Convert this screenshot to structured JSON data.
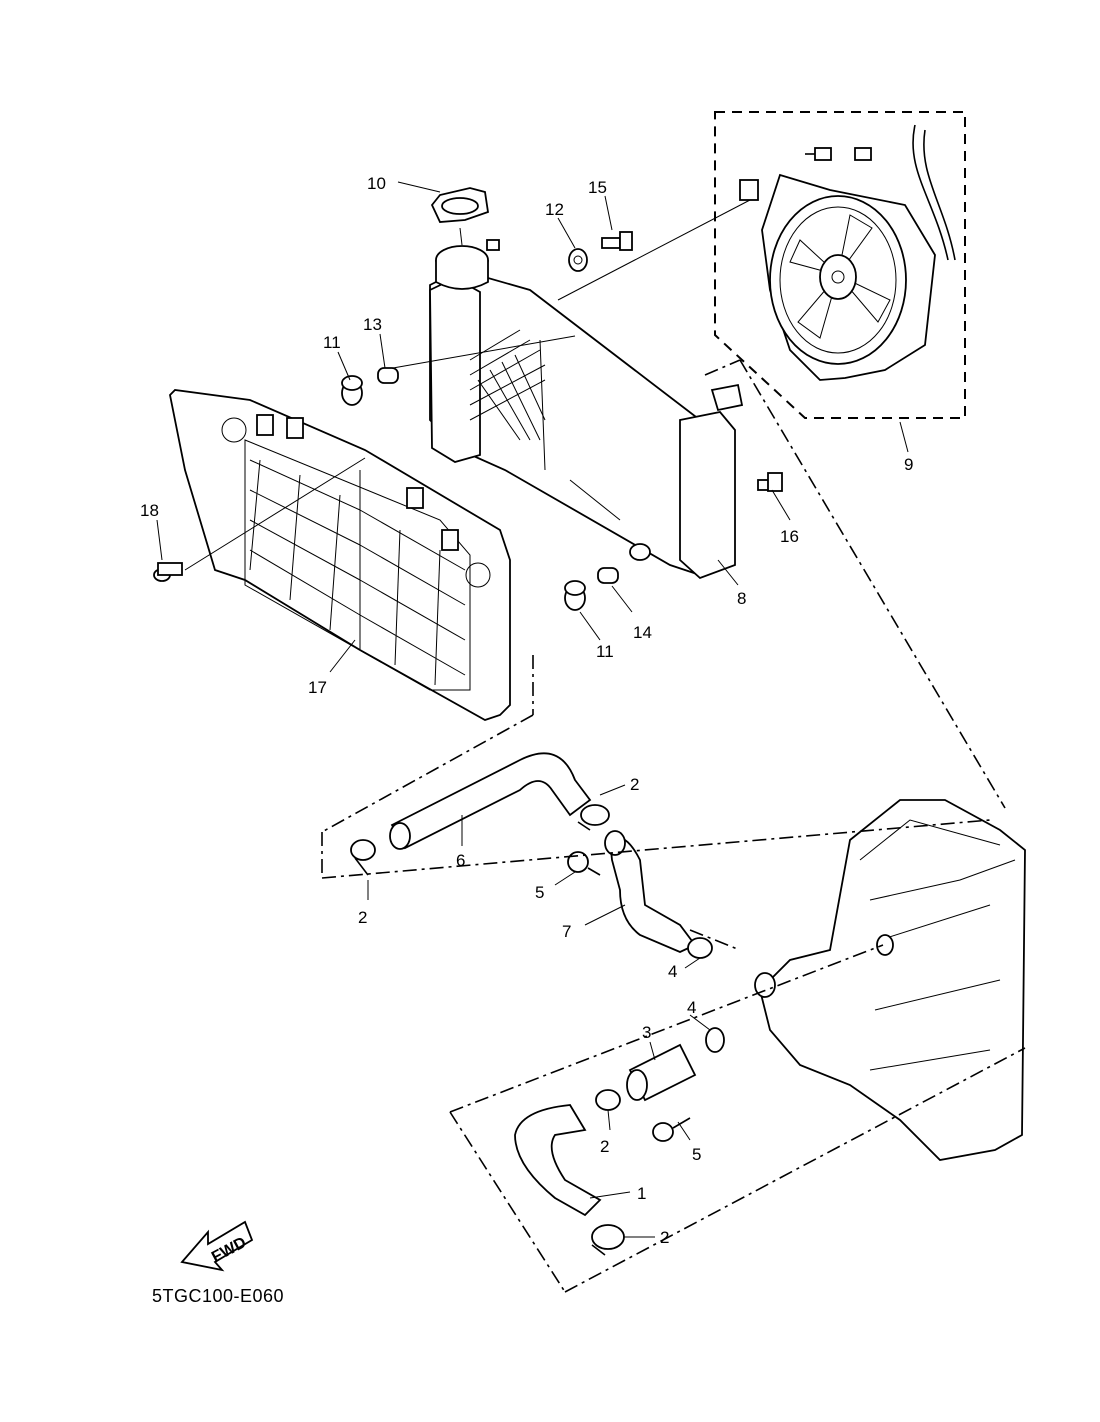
{
  "diagram": {
    "code": "5TGC100-E060",
    "fwd_label": "FWD",
    "callouts": {
      "c1": "1",
      "c2a": "2",
      "c2b": "2",
      "c2c": "2",
      "c2d": "2",
      "c3": "3",
      "c4a": "4",
      "c4b": "4",
      "c5a": "5",
      "c5b": "5",
      "c6": "6",
      "c7": "7",
      "c8": "8",
      "c9": "9",
      "c10": "10",
      "c11a": "11",
      "c11b": "11",
      "c12": "12",
      "c13": "13",
      "c14": "14",
      "c15": "15",
      "c16": "16",
      "c17": "17",
      "c18": "18"
    }
  }
}
